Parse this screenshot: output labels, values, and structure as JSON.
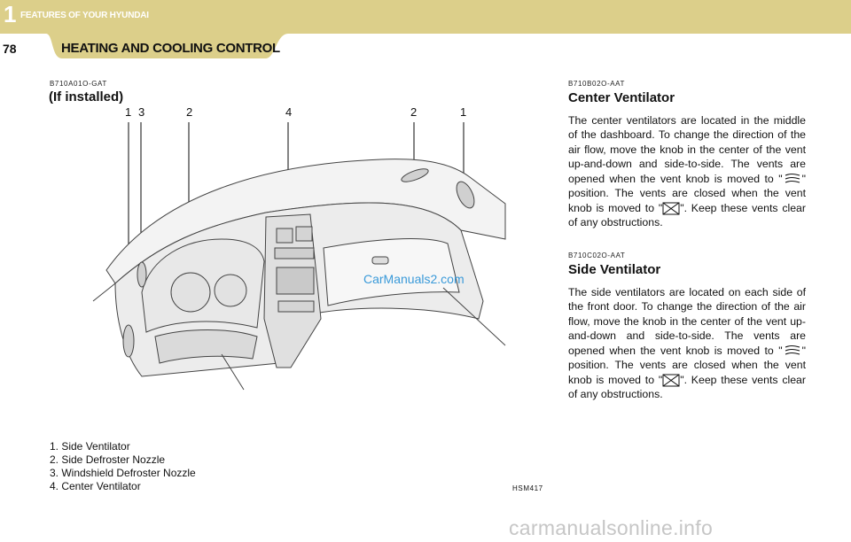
{
  "header": {
    "chapter_number": "1",
    "chapter_title": "FEATURES OF YOUR HYUNDAI",
    "page_number": "78",
    "section_title": "HEATING AND COOLING CONTROL",
    "band_color": "#dccf8a"
  },
  "left": {
    "code": "B710A01O-GAT",
    "heading": "(If installed)",
    "figure_id": "HSM417",
    "callouts": [
      "1",
      "2",
      "3",
      "4",
      "2",
      "1"
    ],
    "legend": [
      "1.  Side Ventilator",
      "2.  Side  Defroster  Nozzle",
      "3.  Windshield  Defroster  Nozzle",
      "4.  Center  Ventilator"
    ],
    "watermark": "CarManuals2.com"
  },
  "center_ventilator": {
    "code": "B710B02O-AAT",
    "title": "Center Ventilator",
    "text_before_open": "The center ventilators are located in the middle of the dashboard. To change the direction of the air flow, move the knob in the center of the vent up-and-down and side-to-side. The vents are opened when the vent knob is moved to \"",
    "text_between": "\" position. The vents are closed when the vent knob is moved to \"",
    "text_after": "\". Keep these vents clear of any obstructions.",
    "open_icon": "vent-open-icon",
    "closed_icon": "vent-closed-icon"
  },
  "side_ventilator": {
    "code": "B710C02O-AAT",
    "title": "Side Ventilator",
    "text_before_open": "The side ventilators are located on each side of the front door.  To change the direction of the air flow, move the knob in the center of the vent up-and-down and side-to-side. The vents are opened when the vent knob is moved to \"",
    "text_between": "\" position. The vents are closed when the vent knob is moved to \"",
    "text_after": "\". Keep these vents clear of any obstructions.",
    "open_icon": "vent-open-icon",
    "closed_icon": "vent-closed-icon"
  },
  "footer": {
    "watermark": "carmanualsonline.info"
  }
}
